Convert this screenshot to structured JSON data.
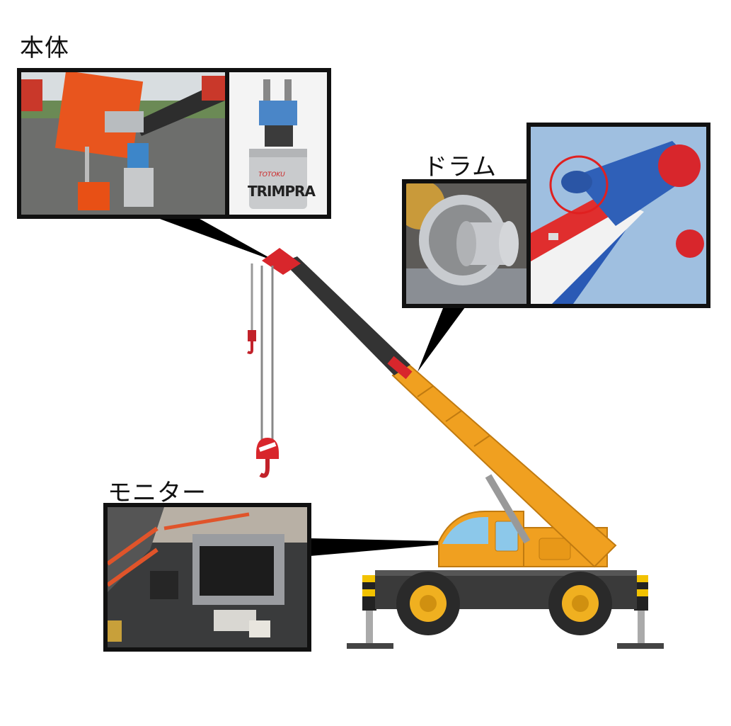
{
  "labels": {
    "body": "本体",
    "drum": "ドラム",
    "monitor": "モニター"
  },
  "photos": {
    "body_main": "crane-hook-sensor-photo",
    "body_product": "trimpra-product-photo",
    "drum_reel": "cable-drum-photo",
    "drum_mount": "boom-mounted-drum-photo",
    "monitor": "cab-monitor-photo"
  },
  "product_brand": "TRIMPRA",
  "product_brand_sub": "TOTOKU",
  "colors": {
    "crane_body": "#f0a020",
    "boom_upper": "#333333",
    "boom_tip": "#d8262c",
    "chassis": "#3a3a3a",
    "cab_window": "#8cc8ea",
    "callout": "#000000",
    "highlight_circle": "#e02020"
  }
}
